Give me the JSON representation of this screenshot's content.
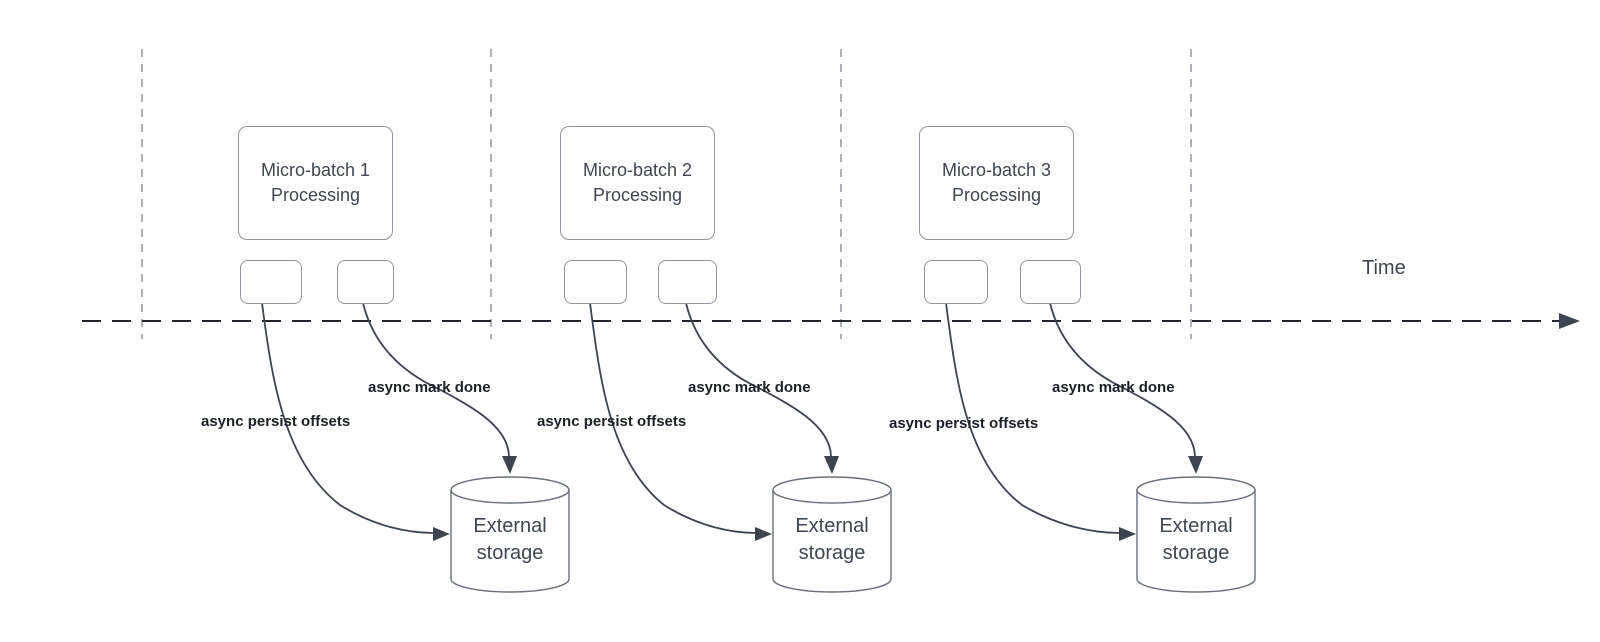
{
  "diagram": {
    "time_axis_label": "Time",
    "groups": [
      {
        "title": "Micro-batch 1\nProcessing",
        "persist_label": "async persist offsets",
        "mark_done_label": "async mark done",
        "storage_label": "External\nstorage"
      },
      {
        "title": "Micro-batch 2\nProcessing",
        "persist_label": "async persist offsets",
        "mark_done_label": "async mark done",
        "storage_label": "External\nstorage"
      },
      {
        "title": "Micro-batch 3\nProcessing",
        "persist_label": "async persist offsets",
        "mark_done_label": "async mark done",
        "storage_label": "External\nstorage"
      }
    ],
    "colors": {
      "ink": "#22262c",
      "curve": "#3d4450",
      "grid": "#adb0b5",
      "shape_border": "#8f959d",
      "cylinder_border": "#6a707a",
      "text": "#3f4651",
      "bold_label": "#1b1f27"
    }
  }
}
